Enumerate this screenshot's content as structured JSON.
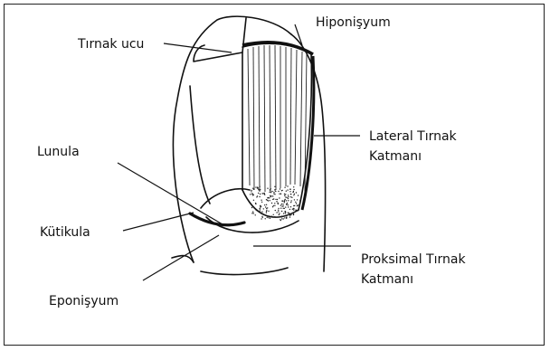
{
  "labels": {
    "tirnak_ucu": "Tırnak ucu",
    "hiponisyum": "Hiponişyum",
    "lateral_line1": "Lateral Tırnak",
    "lateral_line2": "Katmanı",
    "lunula": "Lunula",
    "kutikula": "Kütikula",
    "proksimal_line1": "Proksimal Tırnak",
    "proksimal_line2": "Katmanı",
    "eponisyum": "Eponişyum"
  }
}
